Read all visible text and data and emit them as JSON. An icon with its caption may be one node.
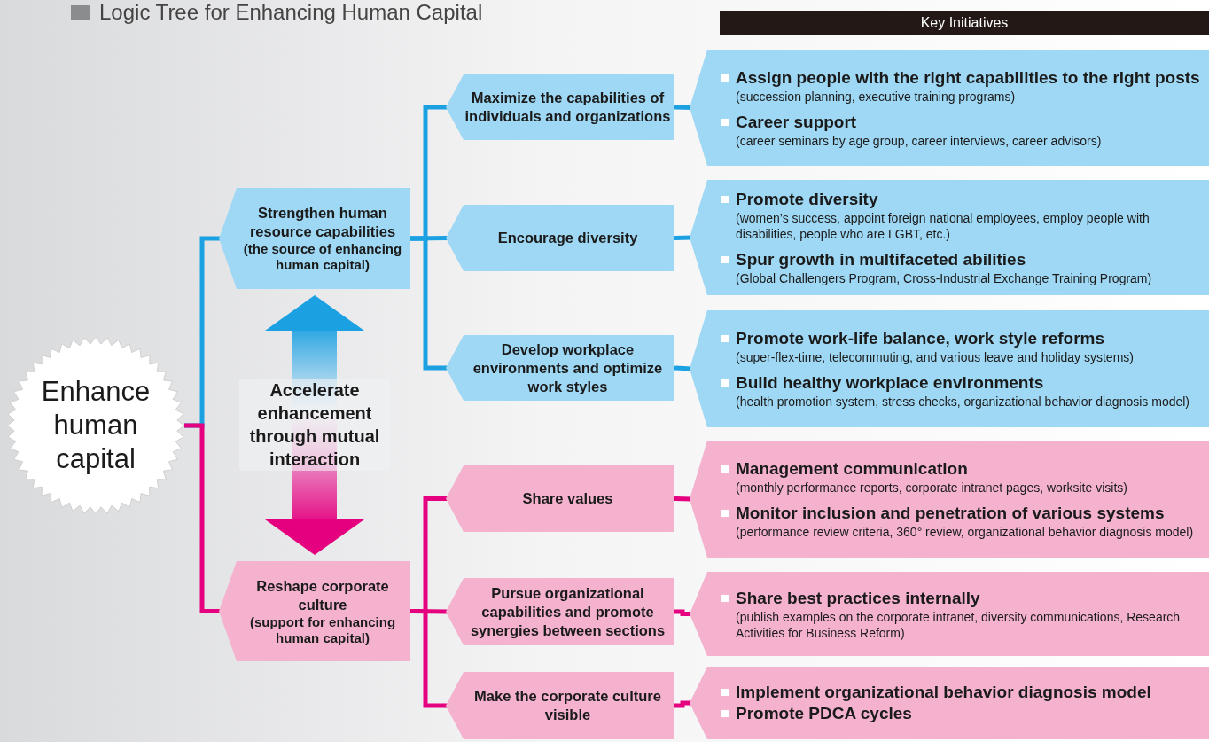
{
  "diagram": {
    "title": "Logic Tree for Enhancing Human Capital",
    "nodes": [
      {
        "text": [
          "Enhance human capital"
        ]
      },
      {
        "text": [
          "Strengthen human resource capabilities",
          "(the source of enhancing human capital)"
        ]
      },
      {
        "text": [
          "Reshape corporate culture",
          "(support for enhancing human capital)"
        ]
      },
      {
        "text": [
          "Maximize the capabilities of individuals and organizations"
        ]
      },
      {
        "text": [
          "Encourage diversity"
        ]
      },
      {
        "text": [
          "Develop workplace environments and optimize work styles"
        ]
      },
      {
        "text": [
          "Share values"
        ]
      },
      {
        "text": [
          "Pursue organizational capabilities and promote synergies between sections"
        ]
      },
      {
        "text": [
          "Make the corporate culture visible"
        ]
      },
      {
        "text": [
          "Assign people with the right capabilities to the right posts",
          "(succession planning, executive training programs)",
          "Career support",
          "(career seminars by age group, career interviews, career advisors)"
        ]
      },
      {
        "text": [
          "Promote diversity",
          "(women’s success, appoint foreign national employees, employ people with disabilities, people who are LGBT, etc.)",
          "Spur growth in multifaceted abilities",
          "(Global Challengers Program, Cross-Industrial Exchange Training Program)"
        ]
      },
      {
        "text": [
          "Promote work-life balance, work style reforms",
          "(super-flex-time, telecommuting, and various leave and holiday systems)",
          "Build healthy workplace environments",
          "(health promotion system, stress checks, organizational behavior diagnosis model)"
        ]
      },
      {
        "text": [
          "Management communication",
          "(monthly performance reports, corporate intranet pages, worksite visits)",
          "Monitor inclusion and penetration of various systems",
          "(performance review criteria, 360° review, organizational behavior diagnosis model)"
        ]
      },
      {
        "text": [
          "Share best practices internally",
          "(publish examples on the corporate intranet, diversity communications, Research Activities for Business Reform)"
        ]
      },
      {
        "text": [
          "Implement organizational behavior diagnosis model",
          "Promote PDCA cycles"
        ]
      }
    ],
    "edges": [
      {
        "from": 0,
        "to": 1,
        "arrow": "none",
        "color": "#1ba0e2"
      },
      {
        "from": 0,
        "to": 2,
        "arrow": "none",
        "color": "#e4007f"
      },
      {
        "from": 1,
        "to": 2,
        "arrow": "both",
        "style": "thick",
        "label": "Accelerate enhancement through mutual interaction"
      },
      {
        "from": 1,
        "to": 3,
        "arrow": "none",
        "color": "#1ba0e2"
      },
      {
        "from": 1,
        "to": 4,
        "arrow": "none",
        "color": "#1ba0e2"
      },
      {
        "from": 1,
        "to": 5,
        "arrow": "none",
        "color": "#1ba0e2"
      },
      {
        "from": 2,
        "to": 6,
        "arrow": "none",
        "color": "#e4007f"
      },
      {
        "from": 2,
        "to": 7,
        "arrow": "none",
        "color": "#e4007f"
      },
      {
        "from": 2,
        "to": 8,
        "arrow": "none",
        "color": "#e4007f"
      },
      {
        "from": 3,
        "to": 9,
        "arrow": "none",
        "color": "#1ba0e2"
      },
      {
        "from": 4,
        "to": 10,
        "arrow": "none",
        "color": "#1ba0e2"
      },
      {
        "from": 5,
        "to": 11,
        "arrow": "none",
        "color": "#1ba0e2"
      },
      {
        "from": 6,
        "to": 12,
        "arrow": "none",
        "color": "#e4007f"
      },
      {
        "from": 7,
        "to": 13,
        "arrow": "none",
        "color": "#e4007f"
      },
      {
        "from": 8,
        "to": 14,
        "arrow": "none",
        "color": "#e4007f"
      }
    ],
    "labels": [
      "Key Initiatives"
    ]
  }
}
